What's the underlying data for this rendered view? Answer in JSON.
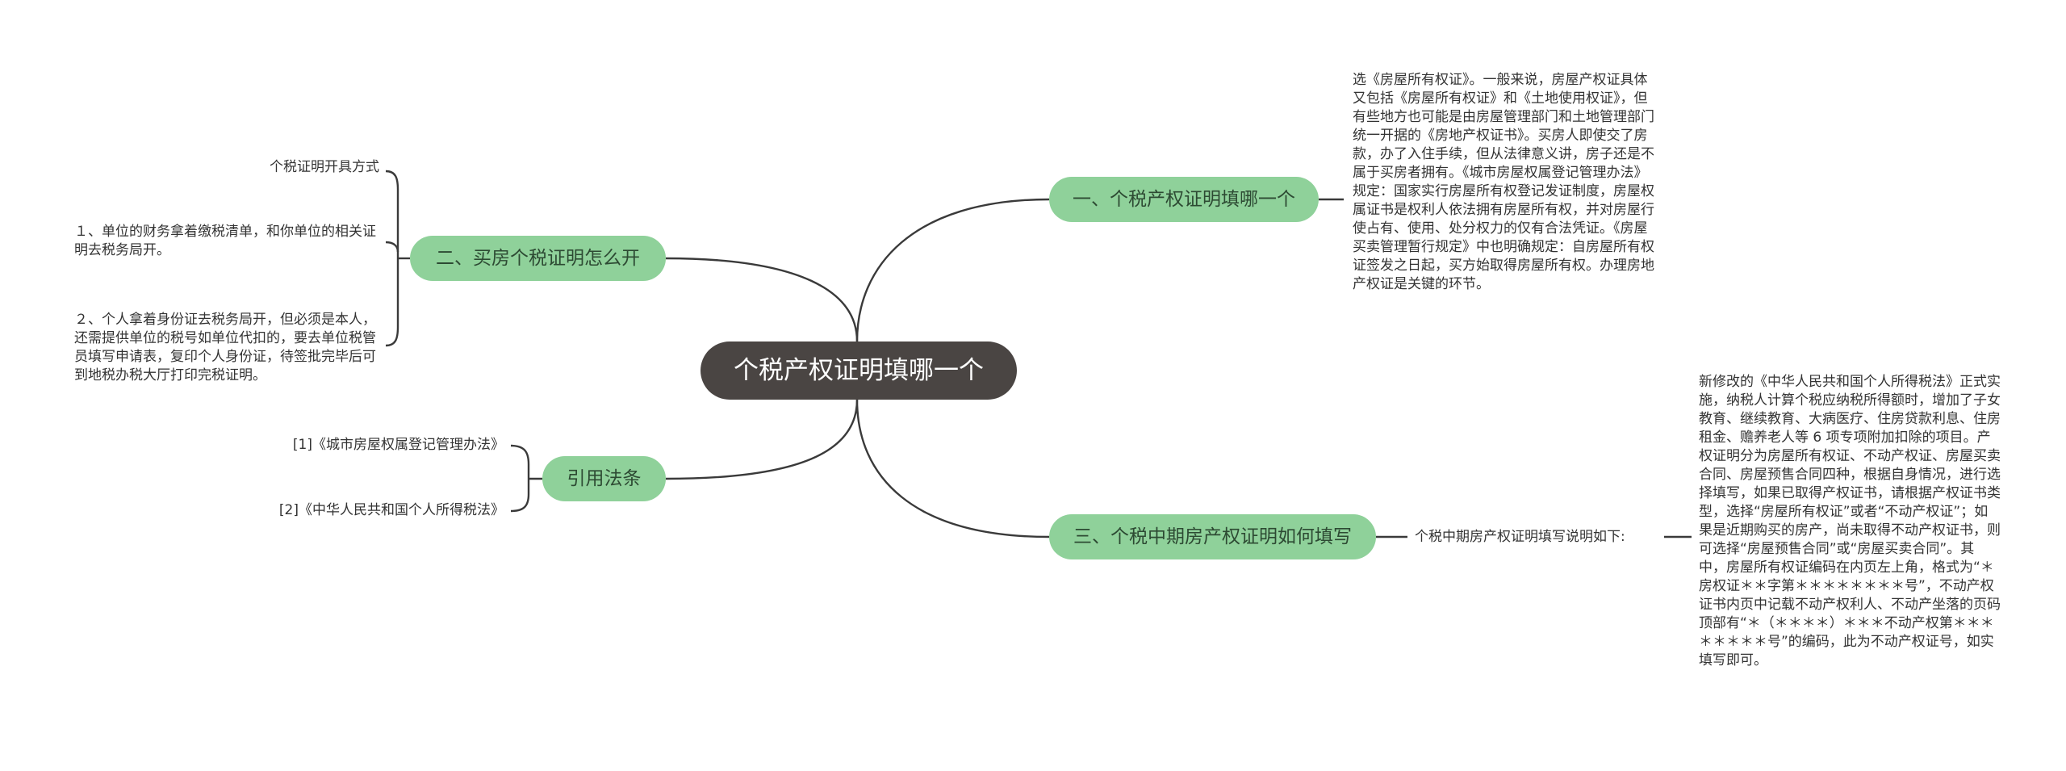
{
  "root": {
    "label": "个税产权证明填哪一个"
  },
  "right_branches": [
    {
      "label": "一、个税产权证明填哪一个",
      "leaf": "选《房屋所有权证》。一般来说，房屋产权证具体又包括《房屋所有权证》和《土地使用权证》，但有些地方也可能是由房屋管理部门和土地管理部门统一开据的《房地产权证书》。买房人即使交了房款，办了入住手续，但从法律意义讲，房子还是不属于买房者拥有。《城市房屋权属登记管理办法》规定：国家实行房屋所有权登记发证制度，房屋权属证书是权利人依法拥有房屋所有权，并对房屋行使占有、使用、处分权力的仅有合法凭证。《房屋买卖管理暂行规定》中也明确规定：自房屋所有权证签发之日起，买方始取得房屋所有权。办理房地产权证是关键的环节。"
    },
    {
      "label": "三、个税中期房产权证明如何填写",
      "mid": "个税中期房产权证明填写说明如下:",
      "leaf": "新修改的《中华人民共和国个人所得税法》正式实施，纳税人计算个税应纳税所得额时，增加了子女教育、继续教育、大病医疗、住房贷款利息、住房租金、赡养老人等 6 项专项附加扣除的项目。产权证明分为房屋所有权证、不动产权证、房屋买卖合同、房屋预售合同四种，根据自身情况，进行选择填写，如果已取得产权证书，请根据产权证书类型，选择“房屋所有权证”或者“不动产权证”；如果是近期购买的房产，尚未取得不动产权证书，则可选择“房屋预售合同”或“房屋买卖合同”。其中，房屋所有权证编码在内页左上角，格式为“＊房权证＊＊字第＊＊＊＊＊＊＊＊号”，不动产权证书内页中记载不动产权利人、不动产坐落的页码顶部有“＊（＊＊＊＊）＊＊＊不动产权第＊＊＊＊＊＊＊＊号”的编码，此为不动产权证号，如实填写即可。"
    }
  ],
  "left_branches": [
    {
      "label": "二、买房个税证明怎么开",
      "leaves": [
        "个税证明开具方式",
        "１、单位的财务拿着缴税清单，和你单位的相关证明去税务局开。",
        "２、个人拿着身份证去税务局开，但必须是本人，还需提供单位的税号如单位代扣的，要去单位税管员填写申请表，复印个人身份证，待签批完毕后可到地税办税大厅打印完税证明。"
      ]
    },
    {
      "label": "引用法条",
      "leaves": [
        "[1]《城市房屋权属登记管理办法》",
        "[2]《中华人民共和国个人所得税法》"
      ]
    }
  ],
  "colors": {
    "root": "#4a4543",
    "branch": "#8fd19a",
    "line": "#3a3a3a"
  }
}
